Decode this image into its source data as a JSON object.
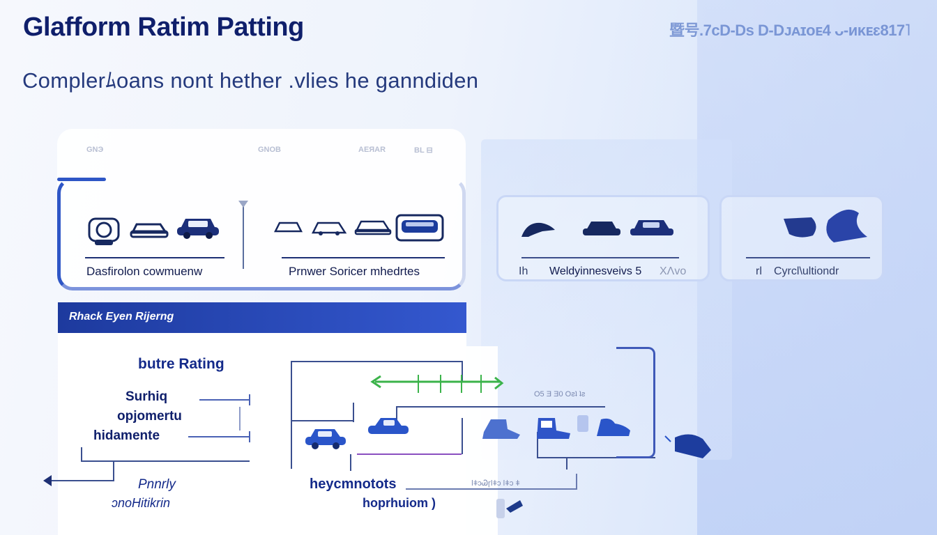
{
  "header": {
    "title": "Glafform Ratim Patting",
    "top_right_text": "暨号.7cD-Ds D-Dᴊᴀɪᴏᴇ4 ᴗ-ᴎᴋᴇɛ817˥",
    "subtitle": "Complerﾑoans nont hether .vlies he ganndiden"
  },
  "top_card": {
    "column_headers": [
      "GNЭ",
      "GNOB",
      "AEЯAR",
      "BL ⊟"
    ],
    "group_labels": [
      "Dasfirolon cowmuenw",
      "Prnwer Soricer mhedrtes"
    ]
  },
  "right_groups": {
    "labels": [
      "Ih",
      "Weldyinnesveivs 5",
      "XΛvo",
      "rl",
      "Cyrcl\\ultiondr"
    ]
  },
  "section_bar": {
    "label": "Rhack Eyen Rijerng"
  },
  "diagram": {
    "heading": "butre Rating",
    "left_labels": [
      "Surhiq",
      "opjomertu",
      "hidamente"
    ],
    "bottom_left_labels": [
      "Pnnrly",
      "ɔnoHitikrin"
    ],
    "center_labels": [
      "heycmnotots",
      "hoprhuiom )"
    ],
    "faint_label_right": "O5 Ǝ Ǝ0 Oƨʇ ʇƨ",
    "faint_label_bottom": "ǀǂɔᏊɼǀǂɔ ǀǂɔ ǂ"
  },
  "colors": {
    "title": "#0f1f6b",
    "accent_blue": "#2e56c6",
    "bar_gradient_start": "#1d3a9e",
    "bar_gradient_end": "#3458cf",
    "vehicle_dark": "#16285f",
    "vehicle_blue": "#2a55c9",
    "arrow_green": "#3bb34a",
    "line_purple": "#8a4fc0"
  },
  "icons": [
    "camera-icon",
    "car-outline-icon",
    "car-icon",
    "sedan-icon",
    "bird-icon",
    "boot-icon",
    "shoe-icon",
    "arrow-left-icon"
  ]
}
